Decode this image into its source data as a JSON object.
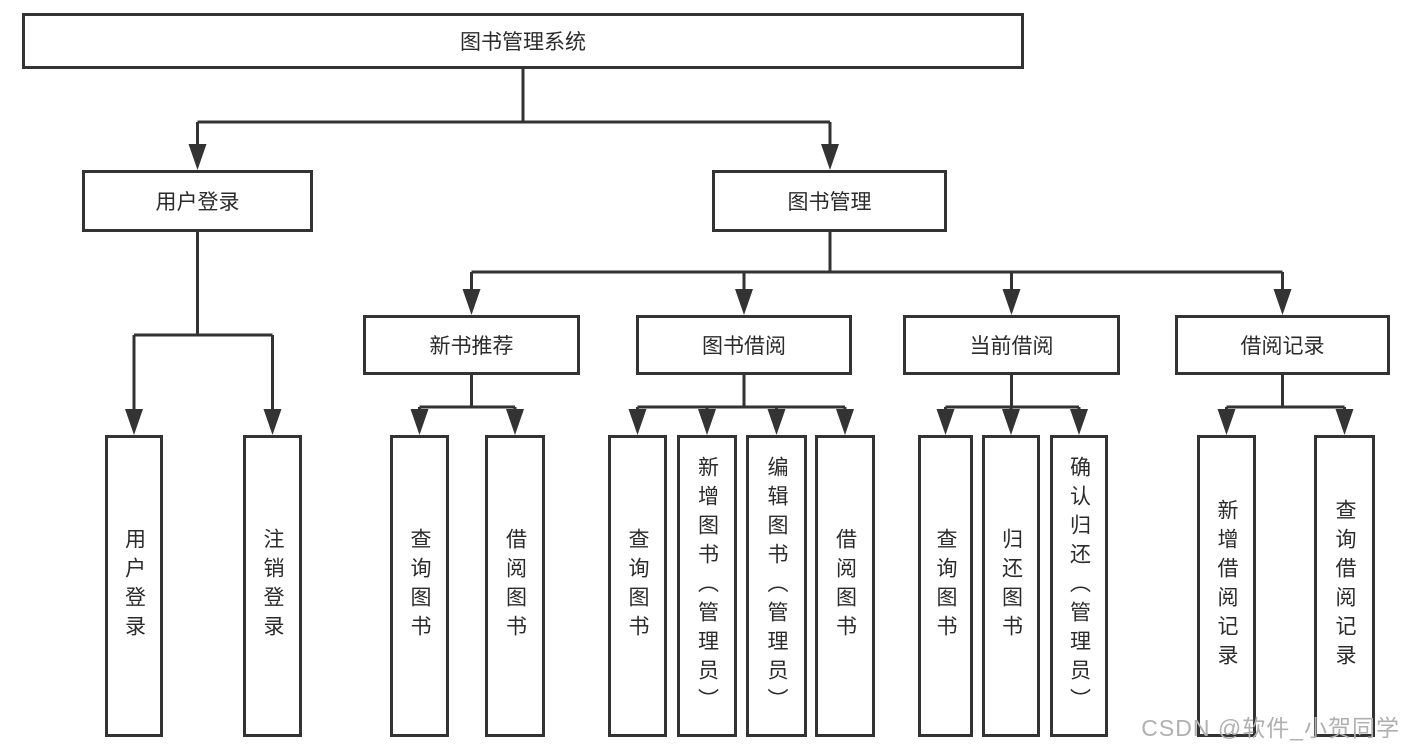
{
  "diagram_title": "图书管理系统",
  "colors": {
    "line": "#333333",
    "box_border": "#333333",
    "text": "#2b2b2b",
    "watermark": "#b0b0b0",
    "background": "#ffffff"
  },
  "tree": {
    "label": "图书管理系统",
    "children": [
      {
        "label": "用户登录",
        "children": [
          {
            "label": "用户登录"
          },
          {
            "label": "注销登录"
          }
        ]
      },
      {
        "label": "图书管理",
        "children": [
          {
            "label": "新书推荐",
            "children": [
              {
                "label": "查询图书"
              },
              {
                "label": "借阅图书"
              }
            ]
          },
          {
            "label": "图书借阅",
            "children": [
              {
                "label": "查询图书"
              },
              {
                "label": "新增图书（管理员）"
              },
              {
                "label": "编辑图书（管理员）"
              },
              {
                "label": "借阅图书"
              }
            ]
          },
          {
            "label": "当前借阅",
            "children": [
              {
                "label": "查询图书"
              },
              {
                "label": "归还图书"
              },
              {
                "label": "确认归还（管理员）"
              }
            ]
          },
          {
            "label": "借阅记录",
            "children": [
              {
                "label": "新增借阅记录"
              },
              {
                "label": "查询借阅记录"
              }
            ]
          }
        ]
      }
    ]
  },
  "watermark": {
    "text": "CSDN @软件_小贺同学"
  }
}
